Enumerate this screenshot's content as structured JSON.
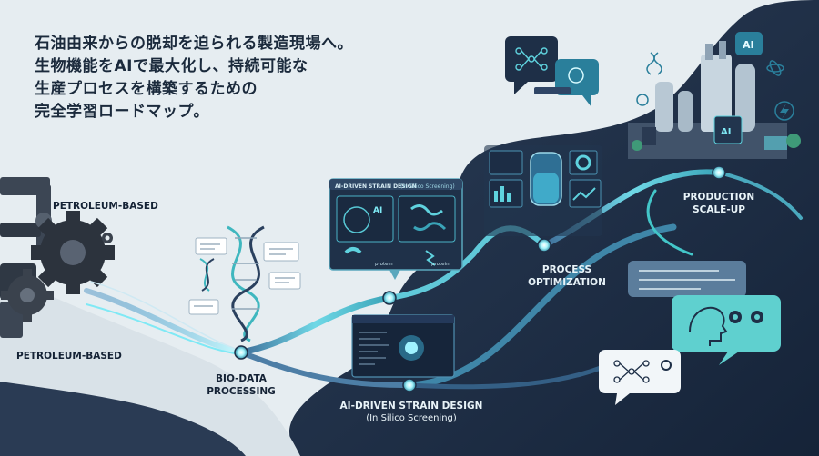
{
  "headline": {
    "line1": "石油由来からの脱却を迫られる製造現場へ。",
    "line2": "生物機能をAIで最大化し、持続可能な",
    "line3": "生産プロセスを構築するための",
    "line4": "完全学習ロードマップ。"
  },
  "stages": {
    "petroleum_top": "PETROLEUM-BASED",
    "petroleum_bottom": "PETROLEUM-BASED",
    "bio_data_1": "BIO-DATA",
    "bio_data_2": "PROCESSING",
    "strain_1": "AI-DRIVEN STRAIN DESIGN",
    "strain_2": "(In Silico Screening)",
    "process_1": "PROCESS",
    "process_2": "OPTIMIZATION",
    "scale_1": "PRODUCTION",
    "scale_2": "SCALE-UP"
  },
  "panel": {
    "title": "AI-DRIVEN STRAIN DESIGN",
    "subtitle": "(In Silico Screening)",
    "ai_tag": "AI",
    "item_a": "protein",
    "item_b": "protein"
  },
  "factory": {
    "ai_badge": "AI",
    "screen": "AI"
  },
  "colors": {
    "navy": "#1a2a44",
    "teal": "#43c6c9",
    "cyan_glow": "#7fe9f5",
    "background": "#e6edf1"
  }
}
